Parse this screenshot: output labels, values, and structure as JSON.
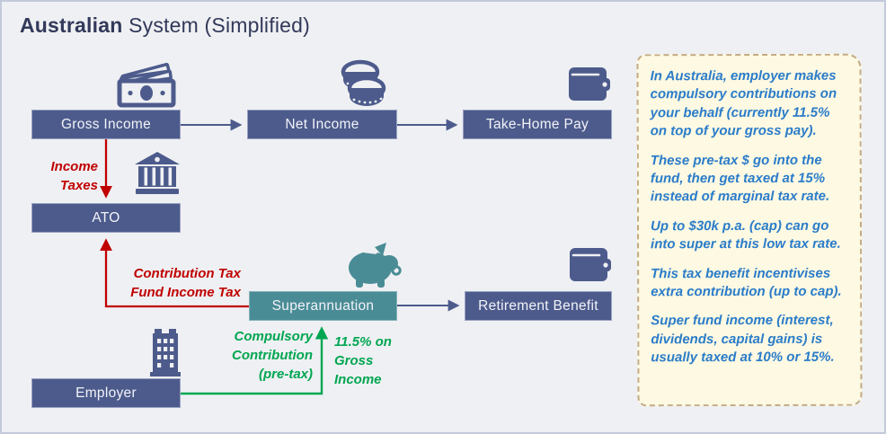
{
  "title": {
    "bold": "Australian",
    "rest": " System (Simplified)"
  },
  "nodes": {
    "gross_income": "Gross Income",
    "net_income": "Net Income",
    "take_home_pay": "Take-Home Pay",
    "ato": "ATO",
    "superannuation": "Superannuation",
    "retirement_benefit": "Retirement Benefit",
    "employer": "Employer"
  },
  "labels": {
    "income_taxes_line1": "Income",
    "income_taxes_line2": "Taxes",
    "contribution_tax": "Contribution Tax",
    "fund_income_tax": "Fund Income Tax",
    "compulsory_line1": "Compulsory",
    "compulsory_line2": "Contribution",
    "pre_open": "(",
    "pre_bold": "pre",
    "pre_rest": "-tax)",
    "rate_line1": "11.5% on",
    "rate_line2": "Gross",
    "rate_line3": "Income"
  },
  "note": {
    "paragraphs": [
      "In Australia, employer makes compulsory contributions on your behalf (currently 11.5% on top of your gross pay).",
      "These pre-tax $ go into the fund, then get taxed at 15% instead of marginal tax rate.",
      "Up to $30k p.a. (cap) can go into super at this low tax rate.",
      "This tax benefit incentivises extra contribution (up to cap).",
      "Super fund income (interest, dividends, capital gains) is usually taxed at 10% or 15%."
    ]
  },
  "icons": {
    "gross_income": "banknotes-icon",
    "net_income": "coin-stack-icon",
    "take_home_pay": "wallet-icon",
    "ato": "bank-building-icon",
    "superannuation": "piggy-bank-icon",
    "retirement_benefit": "wallet-icon",
    "employer": "office-building-icon"
  },
  "colors": {
    "node_fill": "#4d5b8c",
    "teal_fill": "#4a8c96",
    "tax_red": "#c00000",
    "contribution_green": "#00a651",
    "note_text": "#2b7cc9",
    "note_bg": "#fdf9e2",
    "note_border": "#c3ab83",
    "title": "#32395a",
    "canvas_bg": "#eff0f3"
  }
}
